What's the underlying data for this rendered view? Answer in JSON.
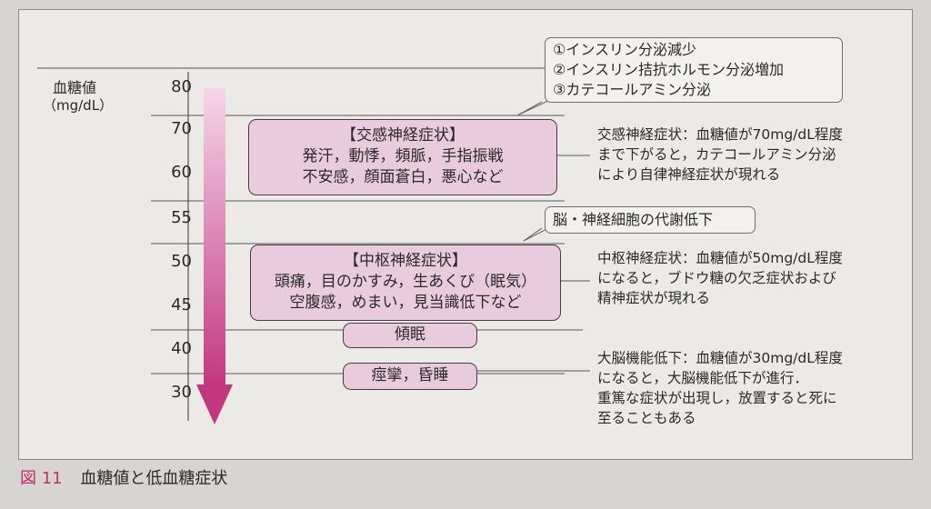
{
  "y_axis": {
    "label": [
      "血糖値",
      "（mg/dL）"
    ],
    "ticks": [
      80,
      70,
      60,
      55,
      50,
      45,
      40,
      30
    ]
  },
  "symptom_boxes": [
    {
      "title": "【交感神経症状】",
      "lines": [
        "発汗，動悸，頻脈，手指振戦",
        "不安感，顔面蒼白，悪心など"
      ]
    },
    {
      "title": "【中枢神経症状】",
      "lines": [
        "頭痛，目のかすみ，生あくび（眠気）",
        "空腹感，めまい，見当識低下など"
      ]
    },
    {
      "title": "傾眠",
      "lines": []
    },
    {
      "title": "痙攣，昏睡",
      "lines": []
    }
  ],
  "notes": [
    {
      "lines": [
        "①インスリン分泌減少",
        "②インスリン拮抗ホルモン分泌増加",
        "③カテコールアミン分泌"
      ]
    },
    {
      "lines": [
        "脳・神経細胞の代謝低下"
      ]
    }
  ],
  "descriptions": [
    {
      "lines": [
        "交感神経症状：血糖値が70mg/dL程度",
        "まで下がると，カテコールアミン分泌",
        "により自律神経症状が現れる"
      ]
    },
    {
      "lines": [
        "中枢神経症状：血糖値が50mg/dL程度",
        "になると，ブドウ糖の欠乏症状および",
        "精神症状が現れる"
      ]
    },
    {
      "lines": [
        "大脳機能低下：血糖値が30mg/dL程度",
        "になると，大脳機能低下が進行．",
        "重篤な症状が出現し，放置すると死に",
        "至ることもある"
      ]
    }
  ],
  "caption": {
    "number": "図 11",
    "title": "血糖値と低血糖症状"
  },
  "colors": {
    "arrow_top": "#f6d6ea",
    "arrow_bottom": "#c2387f",
    "box_fill": "#e8ccdd",
    "caption_accent": "#c0306a"
  }
}
